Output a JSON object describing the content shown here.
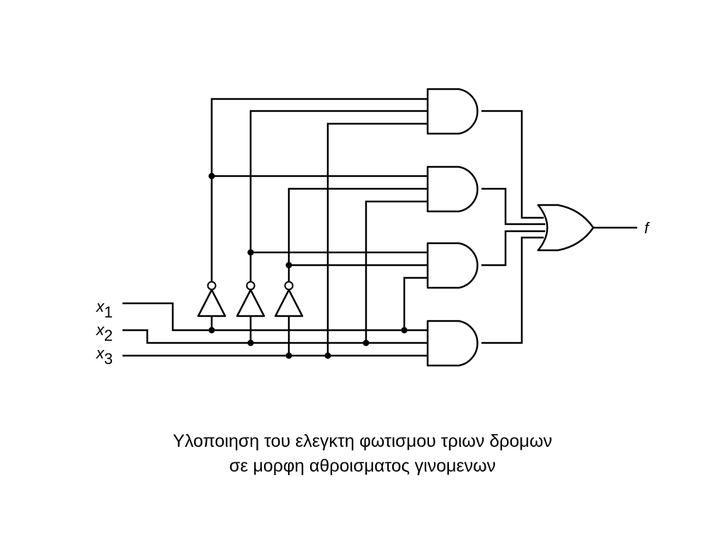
{
  "inputs": [
    {
      "name": "x",
      "sub": "1"
    },
    {
      "name": "x",
      "sub": "2"
    },
    {
      "name": "x",
      "sub": "3"
    }
  ],
  "output": {
    "name": "f"
  },
  "caption": {
    "line1": "Υλοποιηση του ελεγκτη φωτισμου τριων δρομων",
    "line2": "σε μορφη αθροισματος γινομενων"
  }
}
